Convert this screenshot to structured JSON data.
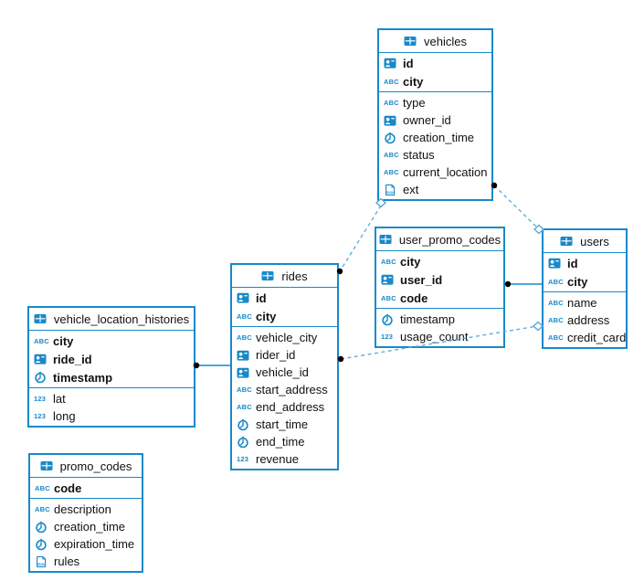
{
  "diagram": {
    "colors": {
      "table_border": "#1789c9",
      "icon_blue": "#1789c9",
      "relation_dashed": "#5fafdf",
      "relation_solid": "#1789c9",
      "endpoint_dot": "#000000",
      "text": "#111111",
      "background": "#ffffff"
    },
    "type_icons": {
      "text": "ABC",
      "number": "123",
      "json_label": "JSON"
    },
    "tables": [
      {
        "name": "vehicles",
        "key_fields": [
          {
            "name": "id",
            "icon": "user-icon"
          },
          {
            "name": "city",
            "icon": "text-icon"
          }
        ],
        "fields": [
          {
            "name": "type",
            "icon": "text-icon"
          },
          {
            "name": "owner_id",
            "icon": "user-icon"
          },
          {
            "name": "creation_time",
            "icon": "clock-icon"
          },
          {
            "name": "status",
            "icon": "text-icon"
          },
          {
            "name": "current_location",
            "icon": "text-icon"
          },
          {
            "name": "ext",
            "icon": "json-icon"
          }
        ]
      },
      {
        "name": "user_promo_codes",
        "key_fields": [
          {
            "name": "city",
            "icon": "text-icon"
          },
          {
            "name": "user_id",
            "icon": "user-icon"
          },
          {
            "name": "code",
            "icon": "text-icon"
          }
        ],
        "fields": [
          {
            "name": "timestamp",
            "icon": "clock-icon"
          },
          {
            "name": "usage_count",
            "icon": "number-icon"
          }
        ]
      },
      {
        "name": "users",
        "key_fields": [
          {
            "name": "id",
            "icon": "user-icon"
          },
          {
            "name": "city",
            "icon": "text-icon"
          }
        ],
        "fields": [
          {
            "name": "name",
            "icon": "text-icon"
          },
          {
            "name": "address",
            "icon": "text-icon"
          },
          {
            "name": "credit_card",
            "icon": "text-icon"
          }
        ]
      },
      {
        "name": "rides",
        "key_fields": [
          {
            "name": "id",
            "icon": "user-icon"
          },
          {
            "name": "city",
            "icon": "text-icon"
          }
        ],
        "fields": [
          {
            "name": "vehicle_city",
            "icon": "text-icon"
          },
          {
            "name": "rider_id",
            "icon": "user-icon"
          },
          {
            "name": "vehicle_id",
            "icon": "user-icon"
          },
          {
            "name": "start_address",
            "icon": "text-icon"
          },
          {
            "name": "end_address",
            "icon": "text-icon"
          },
          {
            "name": "start_time",
            "icon": "clock-icon"
          },
          {
            "name": "end_time",
            "icon": "clock-icon"
          },
          {
            "name": "revenue",
            "icon": "number-icon"
          }
        ]
      },
      {
        "name": "vehicle_location_histories",
        "key_fields": [
          {
            "name": "city",
            "icon": "text-icon"
          },
          {
            "name": "ride_id",
            "icon": "user-icon"
          },
          {
            "name": "timestamp",
            "icon": "clock-icon"
          }
        ],
        "fields": [
          {
            "name": "lat",
            "icon": "number-icon"
          },
          {
            "name": "long",
            "icon": "number-icon"
          }
        ]
      },
      {
        "name": "promo_codes",
        "key_fields": [
          {
            "name": "code",
            "icon": "text-icon"
          }
        ],
        "fields": [
          {
            "name": "description",
            "icon": "text-icon"
          },
          {
            "name": "creation_time",
            "icon": "clock-icon"
          },
          {
            "name": "expiration_time",
            "icon": "clock-icon"
          },
          {
            "name": "rules",
            "icon": "json-icon"
          }
        ]
      }
    ],
    "relations": [
      {
        "from": "vehicles",
        "to": "rides",
        "style": "dashed"
      },
      {
        "from": "vehicles",
        "to": "users",
        "style": "dashed"
      },
      {
        "from": "rides",
        "to": "users",
        "style": "dashed"
      },
      {
        "from": "user_promo_codes",
        "to": "users",
        "style": "solid"
      },
      {
        "from": "vehicle_location_histories",
        "to": "rides",
        "style": "solid"
      }
    ]
  }
}
